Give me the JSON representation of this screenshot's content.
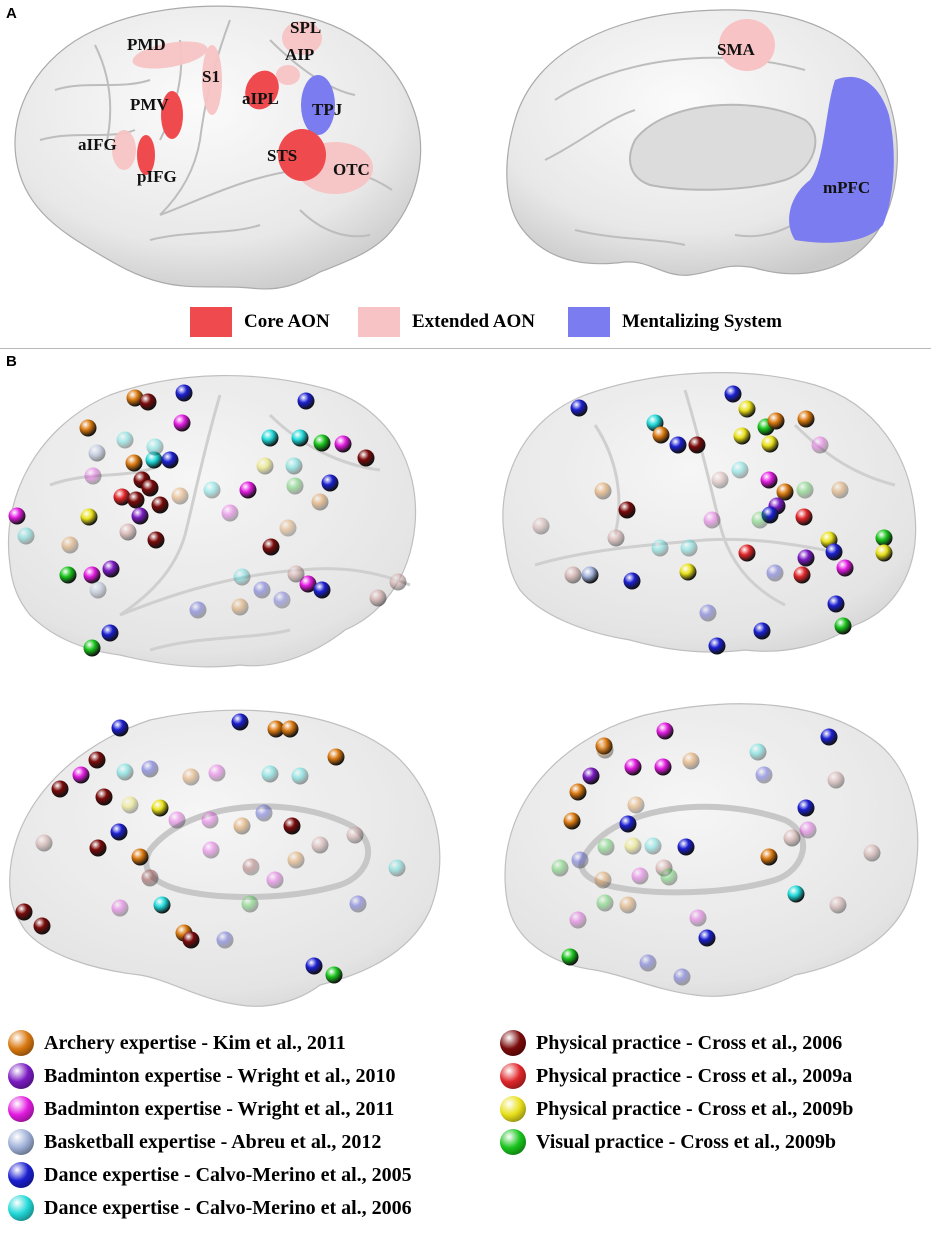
{
  "panels": {
    "a": "A",
    "b": "B"
  },
  "brain_regions_lateral": [
    "PMD",
    "SPL",
    "AIP",
    "S1",
    "aIPL",
    "PMV",
    "TPJ",
    "aIFG",
    "STS",
    "pIFG",
    "OTC"
  ],
  "brain_regions_medial": [
    "SMA",
    "mPFC"
  ],
  "legend_a": [
    {
      "label": "Core AON",
      "color": "#ef4a4e"
    },
    {
      "label": "Extended AON",
      "color": "#f7c3c4"
    },
    {
      "label": "Mentalizing System",
      "color": "#7b7cef"
    }
  ],
  "legend_b_left": [
    {
      "label": "Archery expertise - Kim et al., 2011",
      "color": "#d9780f"
    },
    {
      "label": "Badminton expertise - Wright et al., 2010",
      "color": "#7a1bc2"
    },
    {
      "label": "Badminton expertise - Wright et al., 2011",
      "color": "#e21be0"
    },
    {
      "label": "Basketball expertise - Abreu et al., 2012",
      "color": "#9fb0d8"
    },
    {
      "label": "Dance expertise - Calvo-Merino et al., 2005",
      "color": "#1b1fd0"
    },
    {
      "label": "Dance expertise - Calvo-Merino et al., 2006",
      "color": "#22d8d8"
    }
  ],
  "legend_b_right": [
    {
      "label": "Physical practice - Cross et al., 2006",
      "color": "#7a0a0a"
    },
    {
      "label": "Physical practice - Cross et al., 2009a",
      "color": "#e0262a"
    },
    {
      "label": "Physical practice - Cross et al., 2009b",
      "color": "#e8e01a"
    },
    {
      "label": "Visual practice - Cross et al., 2009b",
      "color": "#19c41c"
    }
  ]
}
